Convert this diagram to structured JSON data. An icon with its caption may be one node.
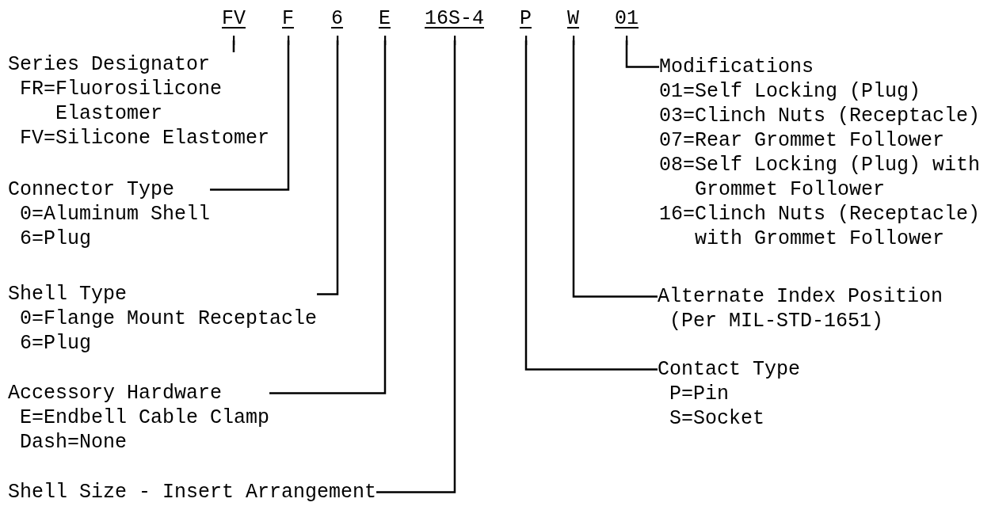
{
  "diagram": {
    "nodes": [
      {
        "text": [
          "FV"
        ]
      },
      {
        "text": [
          "F"
        ]
      },
      {
        "text": [
          "6"
        ]
      },
      {
        "text": [
          "E"
        ]
      },
      {
        "text": [
          "16S-4"
        ]
      },
      {
        "text": [
          "P"
        ]
      },
      {
        "text": [
          "W"
        ]
      },
      {
        "text": [
          "01"
        ]
      },
      {
        "text": [
          "Series Designator",
          "FR=Fluorosilicone Elastomer",
          "FV=Silicone Elastomer"
        ]
      },
      {
        "text": [
          "Connector Type",
          "0=Aluminum Shell",
          "6=Plug"
        ]
      },
      {
        "text": [
          "Shell Type",
          "0=Flange Mount Receptacle",
          "6=Plug"
        ]
      },
      {
        "text": [
          "Accessory Hardware",
          "E=Endbell Cable Clamp",
          "Dash=None"
        ]
      },
      {
        "text": [
          "Shell Size - Insert Arrangement"
        ]
      },
      {
        "text": [
          "Modifications",
          "01=Self Locking (Plug)",
          "03=Clinch Nuts (Receptacle)",
          "07=Rear Grommet Follower",
          "08=Self Locking (Plug) with Grommet Follower",
          "16=Clinch Nuts (Receptacle) with Grommet Follower"
        ]
      },
      {
        "text": [
          "Alternate Index Position",
          "(Per MIL-STD-1651)"
        ]
      },
      {
        "text": [
          "Contact Type",
          "P=Pin",
          "S=Socket"
        ]
      }
    ],
    "edges": [
      {
        "from": 0,
        "to": 8,
        "arrow": "other"
      },
      {
        "from": 1,
        "to": 9,
        "arrow": "other"
      },
      {
        "from": 2,
        "to": 10,
        "arrow": "other"
      },
      {
        "from": 3,
        "to": 11,
        "arrow": "other"
      },
      {
        "from": 4,
        "to": 12,
        "arrow": "other"
      },
      {
        "from": 5,
        "to": 15,
        "arrow": "other"
      },
      {
        "from": 6,
        "to": 14,
        "arrow": "other"
      },
      {
        "from": 7,
        "to": 13,
        "arrow": "other"
      }
    ]
  }
}
